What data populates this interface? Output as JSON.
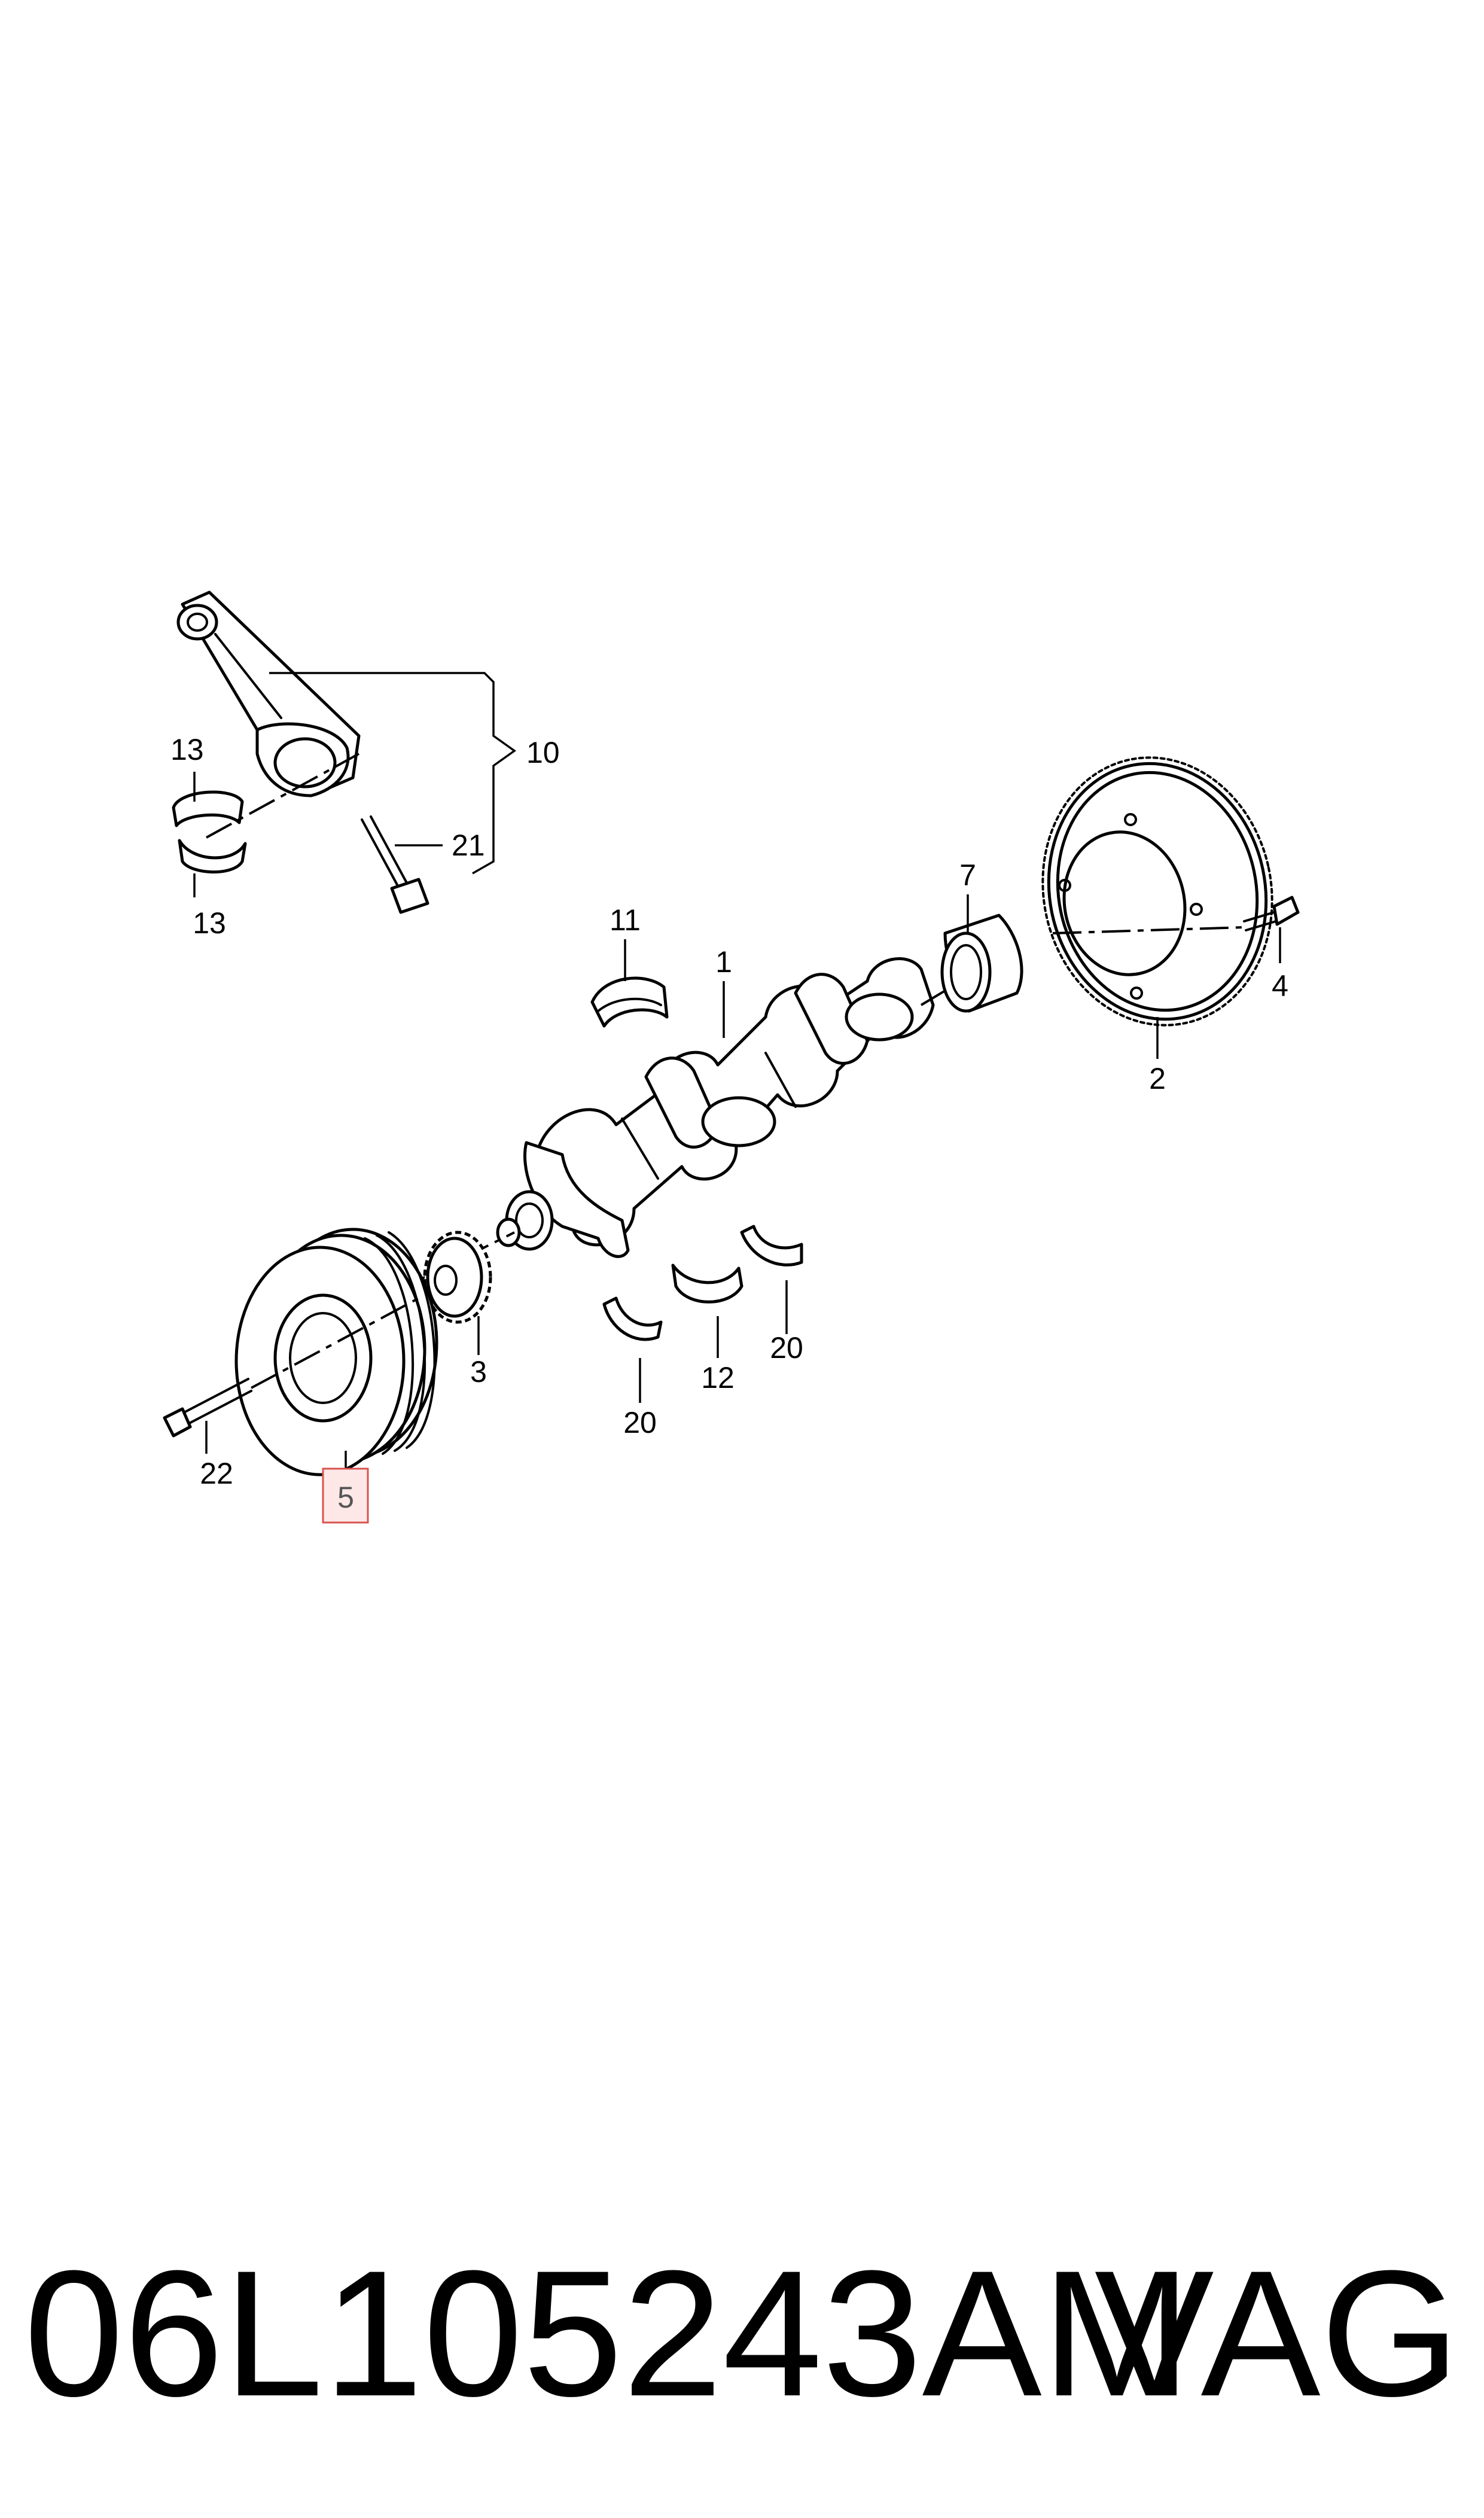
{
  "diagram": {
    "callouts": [
      {
        "id": "10",
        "text": "10"
      },
      {
        "id": "13a",
        "text": "13"
      },
      {
        "id": "13b",
        "text": "13"
      },
      {
        "id": "21",
        "text": "21"
      },
      {
        "id": "11",
        "text": "11"
      },
      {
        "id": "1",
        "text": "1"
      },
      {
        "id": "7",
        "text": "7"
      },
      {
        "id": "4",
        "text": "4"
      },
      {
        "id": "2",
        "text": "2"
      },
      {
        "id": "3",
        "text": "3"
      },
      {
        "id": "20a",
        "text": "20"
      },
      {
        "id": "12",
        "text": "12"
      },
      {
        "id": "20b",
        "text": "20"
      },
      {
        "id": "22",
        "text": "22"
      },
      {
        "id": "5",
        "text": "5",
        "highlighted": true
      }
    ],
    "highlight_color": "#d9534f"
  },
  "footer": {
    "part_number": "06L105243AM",
    "brand": "VAG"
  }
}
